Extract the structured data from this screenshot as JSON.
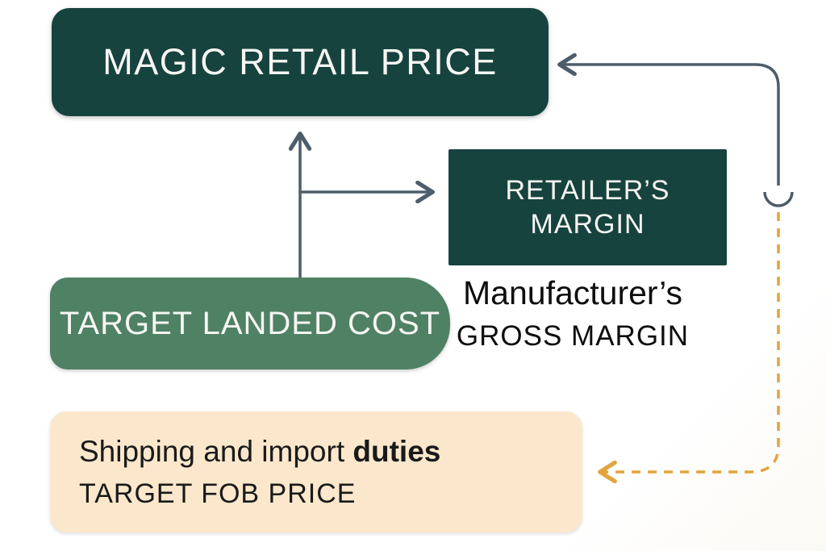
{
  "colors": {
    "dark_teal": "#17433f",
    "green": "#4f8165",
    "cream": "#fbe8cc",
    "arrow_gray": "#4e5d6b",
    "arrow_orange": "#e2a43e",
    "text_dark": "#1a1a1a",
    "text_white": "#f6f6f2"
  },
  "boxes": {
    "magic_retail_price": {
      "label": "MAGIC RETAIL PRICE"
    },
    "retailers_margin": {
      "line1": "RETAILER’S",
      "line2": "MARGIN"
    },
    "target_landed_cost": {
      "label": "TARGET LANDED COST"
    },
    "fob": {
      "line1_prefix": "Shipping and import ",
      "line1_bold": "duties",
      "line2": "TARGET FOB PRICE"
    }
  },
  "labels": {
    "manufacturers_margin": {
      "line1": "Manufacturer’s",
      "line2": "GROSS MARGIN"
    }
  },
  "arrows": [
    {
      "name": "landed-cost-to-magic-retail-price",
      "style": "solid-gray-up"
    },
    {
      "name": "landed-cost-branch-to-retailers-margin",
      "style": "solid-gray-right"
    },
    {
      "name": "right-loop-into-magic-retail-price",
      "style": "solid-gray-curve-with-hop"
    },
    {
      "name": "dashed-orange-down-to-fob-box",
      "style": "dashed-orange-left"
    }
  ]
}
